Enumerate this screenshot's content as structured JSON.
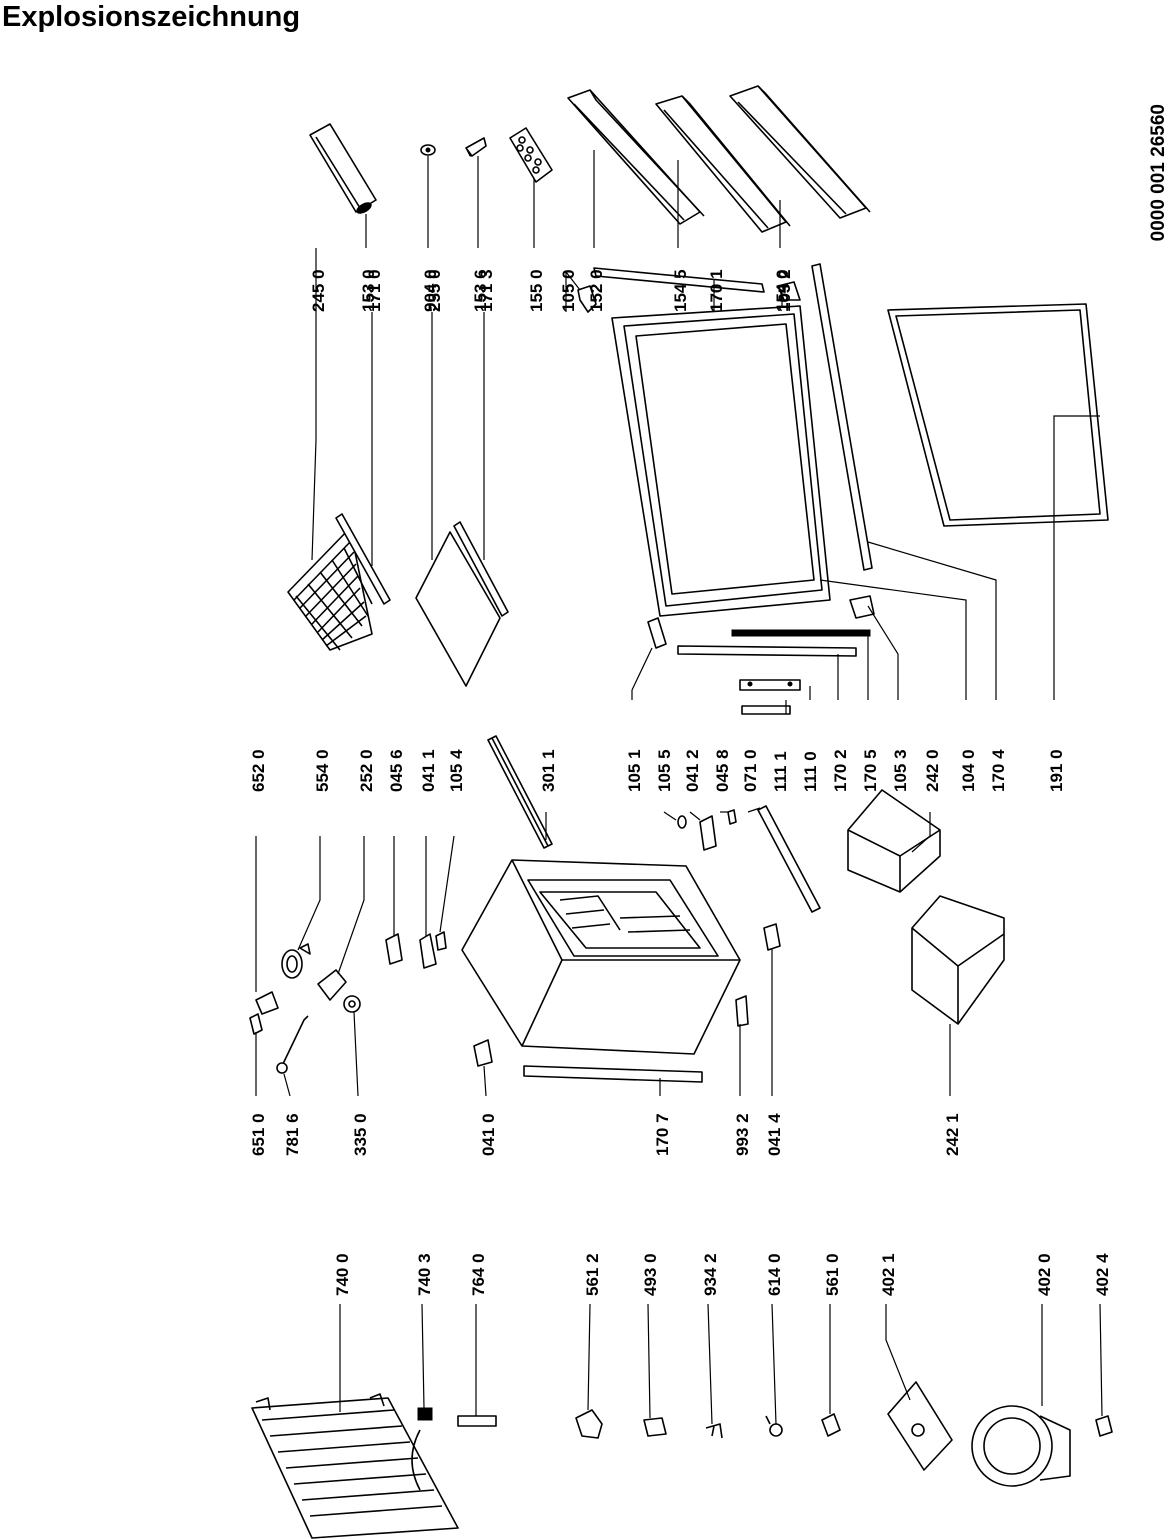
{
  "title": "Explosionszeichnung",
  "document_number": "0000 001 26560",
  "callouts": [
    {
      "id": "153 0"
    },
    {
      "id": "904 0"
    },
    {
      "id": "153 6"
    },
    {
      "id": "155 0"
    },
    {
      "id": "152 0"
    },
    {
      "id": "154 5"
    },
    {
      "id": "154 0"
    },
    {
      "id": "245 0"
    },
    {
      "id": "171 0"
    },
    {
      "id": "255 0"
    },
    {
      "id": "171 3"
    },
    {
      "id": "105 0"
    },
    {
      "id": "170 1"
    },
    {
      "id": "105 2"
    },
    {
      "id": "652 0"
    },
    {
      "id": "554 0"
    },
    {
      "id": "252 0"
    },
    {
      "id": "045 6"
    },
    {
      "id": "041 1"
    },
    {
      "id": "105 4"
    },
    {
      "id": "301 1"
    },
    {
      "id": "105 1"
    },
    {
      "id": "105 5"
    },
    {
      "id": "041 2"
    },
    {
      "id": "045 8"
    },
    {
      "id": "071 0"
    },
    {
      "id": "111 1"
    },
    {
      "id": "111 0"
    },
    {
      "id": "170 2"
    },
    {
      "id": "170 5"
    },
    {
      "id": "105 3"
    },
    {
      "id": "242 0"
    },
    {
      "id": "104 0"
    },
    {
      "id": "170 4"
    },
    {
      "id": "191 0"
    },
    {
      "id": "651 0"
    },
    {
      "id": "781 6"
    },
    {
      "id": "335 0"
    },
    {
      "id": "041 0"
    },
    {
      "id": "170 7"
    },
    {
      "id": "993 2"
    },
    {
      "id": "041 4"
    },
    {
      "id": "242 1"
    },
    {
      "id": "740 0"
    },
    {
      "id": "740 3"
    },
    {
      "id": "764 0"
    },
    {
      "id": "561 2"
    },
    {
      "id": "493 0"
    },
    {
      "id": "934 2"
    },
    {
      "id": "614 0"
    },
    {
      "id": "561 0"
    },
    {
      "id": "402 1"
    },
    {
      "id": "402 0"
    },
    {
      "id": "402 4"
    }
  ]
}
